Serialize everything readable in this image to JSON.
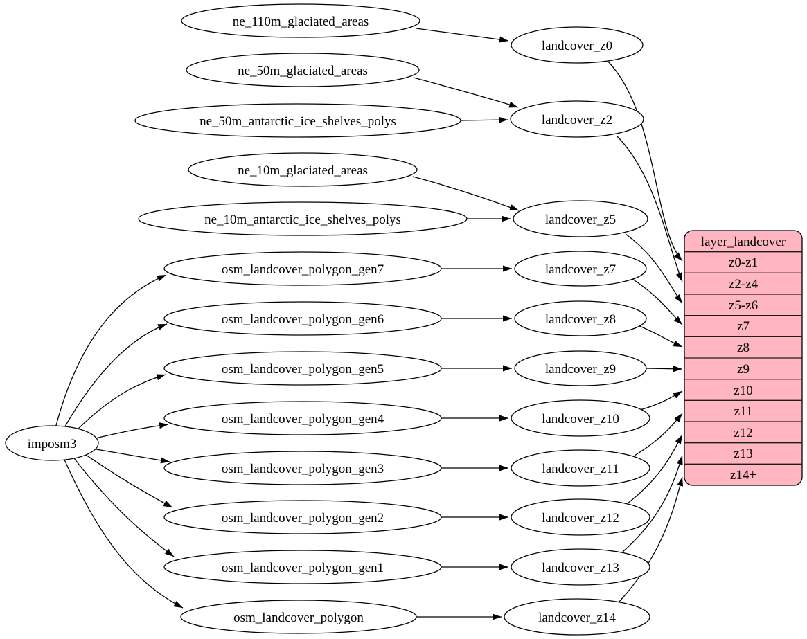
{
  "diagram": {
    "background_color": "#ffffff",
    "node_fill_color": "#ffffff",
    "edge_color": "#000000",
    "table_fill_color": "#ffb6c1"
  },
  "nodes": {
    "imposm3": {
      "label": "imposm3"
    },
    "ne_110m_glaciated_areas": {
      "label": "ne_110m_glaciated_areas"
    },
    "ne_50m_glaciated_areas": {
      "label": "ne_50m_glaciated_areas"
    },
    "ne_50m_antarctic_ice_shelves_polys": {
      "label": "ne_50m_antarctic_ice_shelves_polys"
    },
    "ne_10m_glaciated_areas": {
      "label": "ne_10m_glaciated_areas"
    },
    "ne_10m_antarctic_ice_shelves_polys": {
      "label": "ne_10m_antarctic_ice_shelves_polys"
    },
    "osm_landcover_polygon_gen7": {
      "label": "osm_landcover_polygon_gen7"
    },
    "osm_landcover_polygon_gen6": {
      "label": "osm_landcover_polygon_gen6"
    },
    "osm_landcover_polygon_gen5": {
      "label": "osm_landcover_polygon_gen5"
    },
    "osm_landcover_polygon_gen4": {
      "label": "osm_landcover_polygon_gen4"
    },
    "osm_landcover_polygon_gen3": {
      "label": "osm_landcover_polygon_gen3"
    },
    "osm_landcover_polygon_gen2": {
      "label": "osm_landcover_polygon_gen2"
    },
    "osm_landcover_polygon_gen1": {
      "label": "osm_landcover_polygon_gen1"
    },
    "osm_landcover_polygon": {
      "label": "osm_landcover_polygon"
    },
    "landcover_z0": {
      "label": "landcover_z0"
    },
    "landcover_z2": {
      "label": "landcover_z2"
    },
    "landcover_z5": {
      "label": "landcover_z5"
    },
    "landcover_z7": {
      "label": "landcover_z7"
    },
    "landcover_z8": {
      "label": "landcover_z8"
    },
    "landcover_z9": {
      "label": "landcover_z9"
    },
    "landcover_z10": {
      "label": "landcover_z10"
    },
    "landcover_z11": {
      "label": "landcover_z11"
    },
    "landcover_z12": {
      "label": "landcover_z12"
    },
    "landcover_z13": {
      "label": "landcover_z13"
    },
    "landcover_z14": {
      "label": "landcover_z14"
    }
  },
  "table": {
    "title": "layer_landcover",
    "rows": [
      "z0-z1",
      "z2-z4",
      "z5-z6",
      "z7",
      "z8",
      "z9",
      "z10",
      "z11",
      "z12",
      "z13",
      "z14+"
    ]
  },
  "edges": [
    {
      "from": "imposm3",
      "to": "osm_landcover_polygon_gen7"
    },
    {
      "from": "imposm3",
      "to": "osm_landcover_polygon_gen6"
    },
    {
      "from": "imposm3",
      "to": "osm_landcover_polygon_gen5"
    },
    {
      "from": "imposm3",
      "to": "osm_landcover_polygon_gen4"
    },
    {
      "from": "imposm3",
      "to": "osm_landcover_polygon_gen3"
    },
    {
      "from": "imposm3",
      "to": "osm_landcover_polygon_gen2"
    },
    {
      "from": "imposm3",
      "to": "osm_landcover_polygon_gen1"
    },
    {
      "from": "imposm3",
      "to": "osm_landcover_polygon"
    },
    {
      "from": "ne_110m_glaciated_areas",
      "to": "landcover_z0"
    },
    {
      "from": "ne_50m_glaciated_areas",
      "to": "landcover_z2"
    },
    {
      "from": "ne_50m_antarctic_ice_shelves_polys",
      "to": "landcover_z2"
    },
    {
      "from": "ne_10m_glaciated_areas",
      "to": "landcover_z5"
    },
    {
      "from": "ne_10m_antarctic_ice_shelves_polys",
      "to": "landcover_z5"
    },
    {
      "from": "osm_landcover_polygon_gen7",
      "to": "landcover_z7"
    },
    {
      "from": "osm_landcover_polygon_gen6",
      "to": "landcover_z8"
    },
    {
      "from": "osm_landcover_polygon_gen5",
      "to": "landcover_z9"
    },
    {
      "from": "osm_landcover_polygon_gen4",
      "to": "landcover_z10"
    },
    {
      "from": "osm_landcover_polygon_gen3",
      "to": "landcover_z11"
    },
    {
      "from": "osm_landcover_polygon_gen2",
      "to": "landcover_z12"
    },
    {
      "from": "osm_landcover_polygon_gen1",
      "to": "landcover_z13"
    },
    {
      "from": "osm_landcover_polygon",
      "to": "landcover_z14"
    },
    {
      "from": "landcover_z0",
      "to": "layer_landcover",
      "row": "z0-z1"
    },
    {
      "from": "landcover_z2",
      "to": "layer_landcover",
      "row": "z2-z4"
    },
    {
      "from": "landcover_z5",
      "to": "layer_landcover",
      "row": "z5-z6"
    },
    {
      "from": "landcover_z7",
      "to": "layer_landcover",
      "row": "z7"
    },
    {
      "from": "landcover_z8",
      "to": "layer_landcover",
      "row": "z8"
    },
    {
      "from": "landcover_z9",
      "to": "layer_landcover",
      "row": "z9"
    },
    {
      "from": "landcover_z10",
      "to": "layer_landcover",
      "row": "z10"
    },
    {
      "from": "landcover_z11",
      "to": "layer_landcover",
      "row": "z11"
    },
    {
      "from": "landcover_z12",
      "to": "layer_landcover",
      "row": "z12"
    },
    {
      "from": "landcover_z13",
      "to": "layer_landcover",
      "row": "z13"
    },
    {
      "from": "landcover_z14",
      "to": "layer_landcover",
      "row": "z14+"
    }
  ]
}
